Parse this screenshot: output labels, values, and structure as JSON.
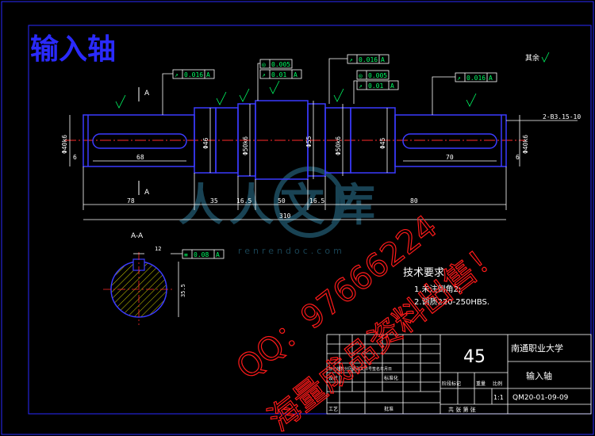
{
  "title": "输入轴",
  "colors": {
    "outline": "#3b3bff",
    "frame": "#2a2aff",
    "dim": "#ffffff",
    "tol": "#00ff66",
    "yellow": "#ffff00",
    "center": "#ff2a2a",
    "cyan": "#00e5ff",
    "watermark": "#ff1a1a",
    "logo": "#1e4f63"
  },
  "drawing": {
    "section_label": "A-A",
    "section_marks": [
      "A",
      "A"
    ],
    "dims": {
      "d_left": "Φ40k6",
      "d_46a": "Φ46",
      "d_50a": "Φ50k6",
      "d_55": "Φ55",
      "d_50b": "Φ50k6",
      "d_45": "Φ45",
      "d_right": "Φ40k6",
      "len_68": "68",
      "len_70": "70",
      "len_78": "78",
      "len_35": "35",
      "len_16a": "16.5",
      "len_50": "50",
      "len_16b": "16.5",
      "len_80": "80",
      "len_310": "310",
      "len_6a": "6",
      "len_6b": "6",
      "key_depth": "35.5",
      "key_width": "12",
      "center_hole": "2-B3.15-10"
    },
    "tolerances": [
      {
        "sym": "↗",
        "val": "0.016",
        "ref": "A"
      },
      {
        "sym": "◎",
        "val": "0.005",
        "ref": ""
      },
      {
        "sym": "↗",
        "val": "0.01",
        "ref": "A"
      },
      {
        "sym": "↗",
        "val": "0.016",
        "ref": "A"
      },
      {
        "sym": "◎",
        "val": "0.005",
        "ref": ""
      },
      {
        "sym": "↗",
        "val": "0.01",
        "ref": "A"
      },
      {
        "sym": "↗",
        "val": "0.016",
        "ref": "A"
      },
      {
        "sym": "≡",
        "val": "0.08",
        "ref": "A"
      }
    ],
    "remaining_roughness": "其余",
    "tech_req": {
      "title": "技术要求",
      "lines": [
        "1.未注倒角2;",
        "2.调质220-250HBS."
      ]
    }
  },
  "title_block": {
    "material": "45",
    "school": "南通职业大学",
    "part_name": "输入轴",
    "scale": "1:1",
    "code": "QM20-01-09-09",
    "stage": "阶段标记",
    "weight": "重量",
    "ratio": "比例",
    "sheets": "共 张 第 张",
    "header_row": "标记处数分区更改文件号签名年月日",
    "approve": "批准",
    "craft": "工艺",
    "std": "标准化",
    "design": "设计"
  },
  "watermark": {
    "logo_text": "人人文库",
    "url": "renrendoc.com",
    "qq": "QQ：97666224",
    "sale": "海量成品资料出售！"
  }
}
